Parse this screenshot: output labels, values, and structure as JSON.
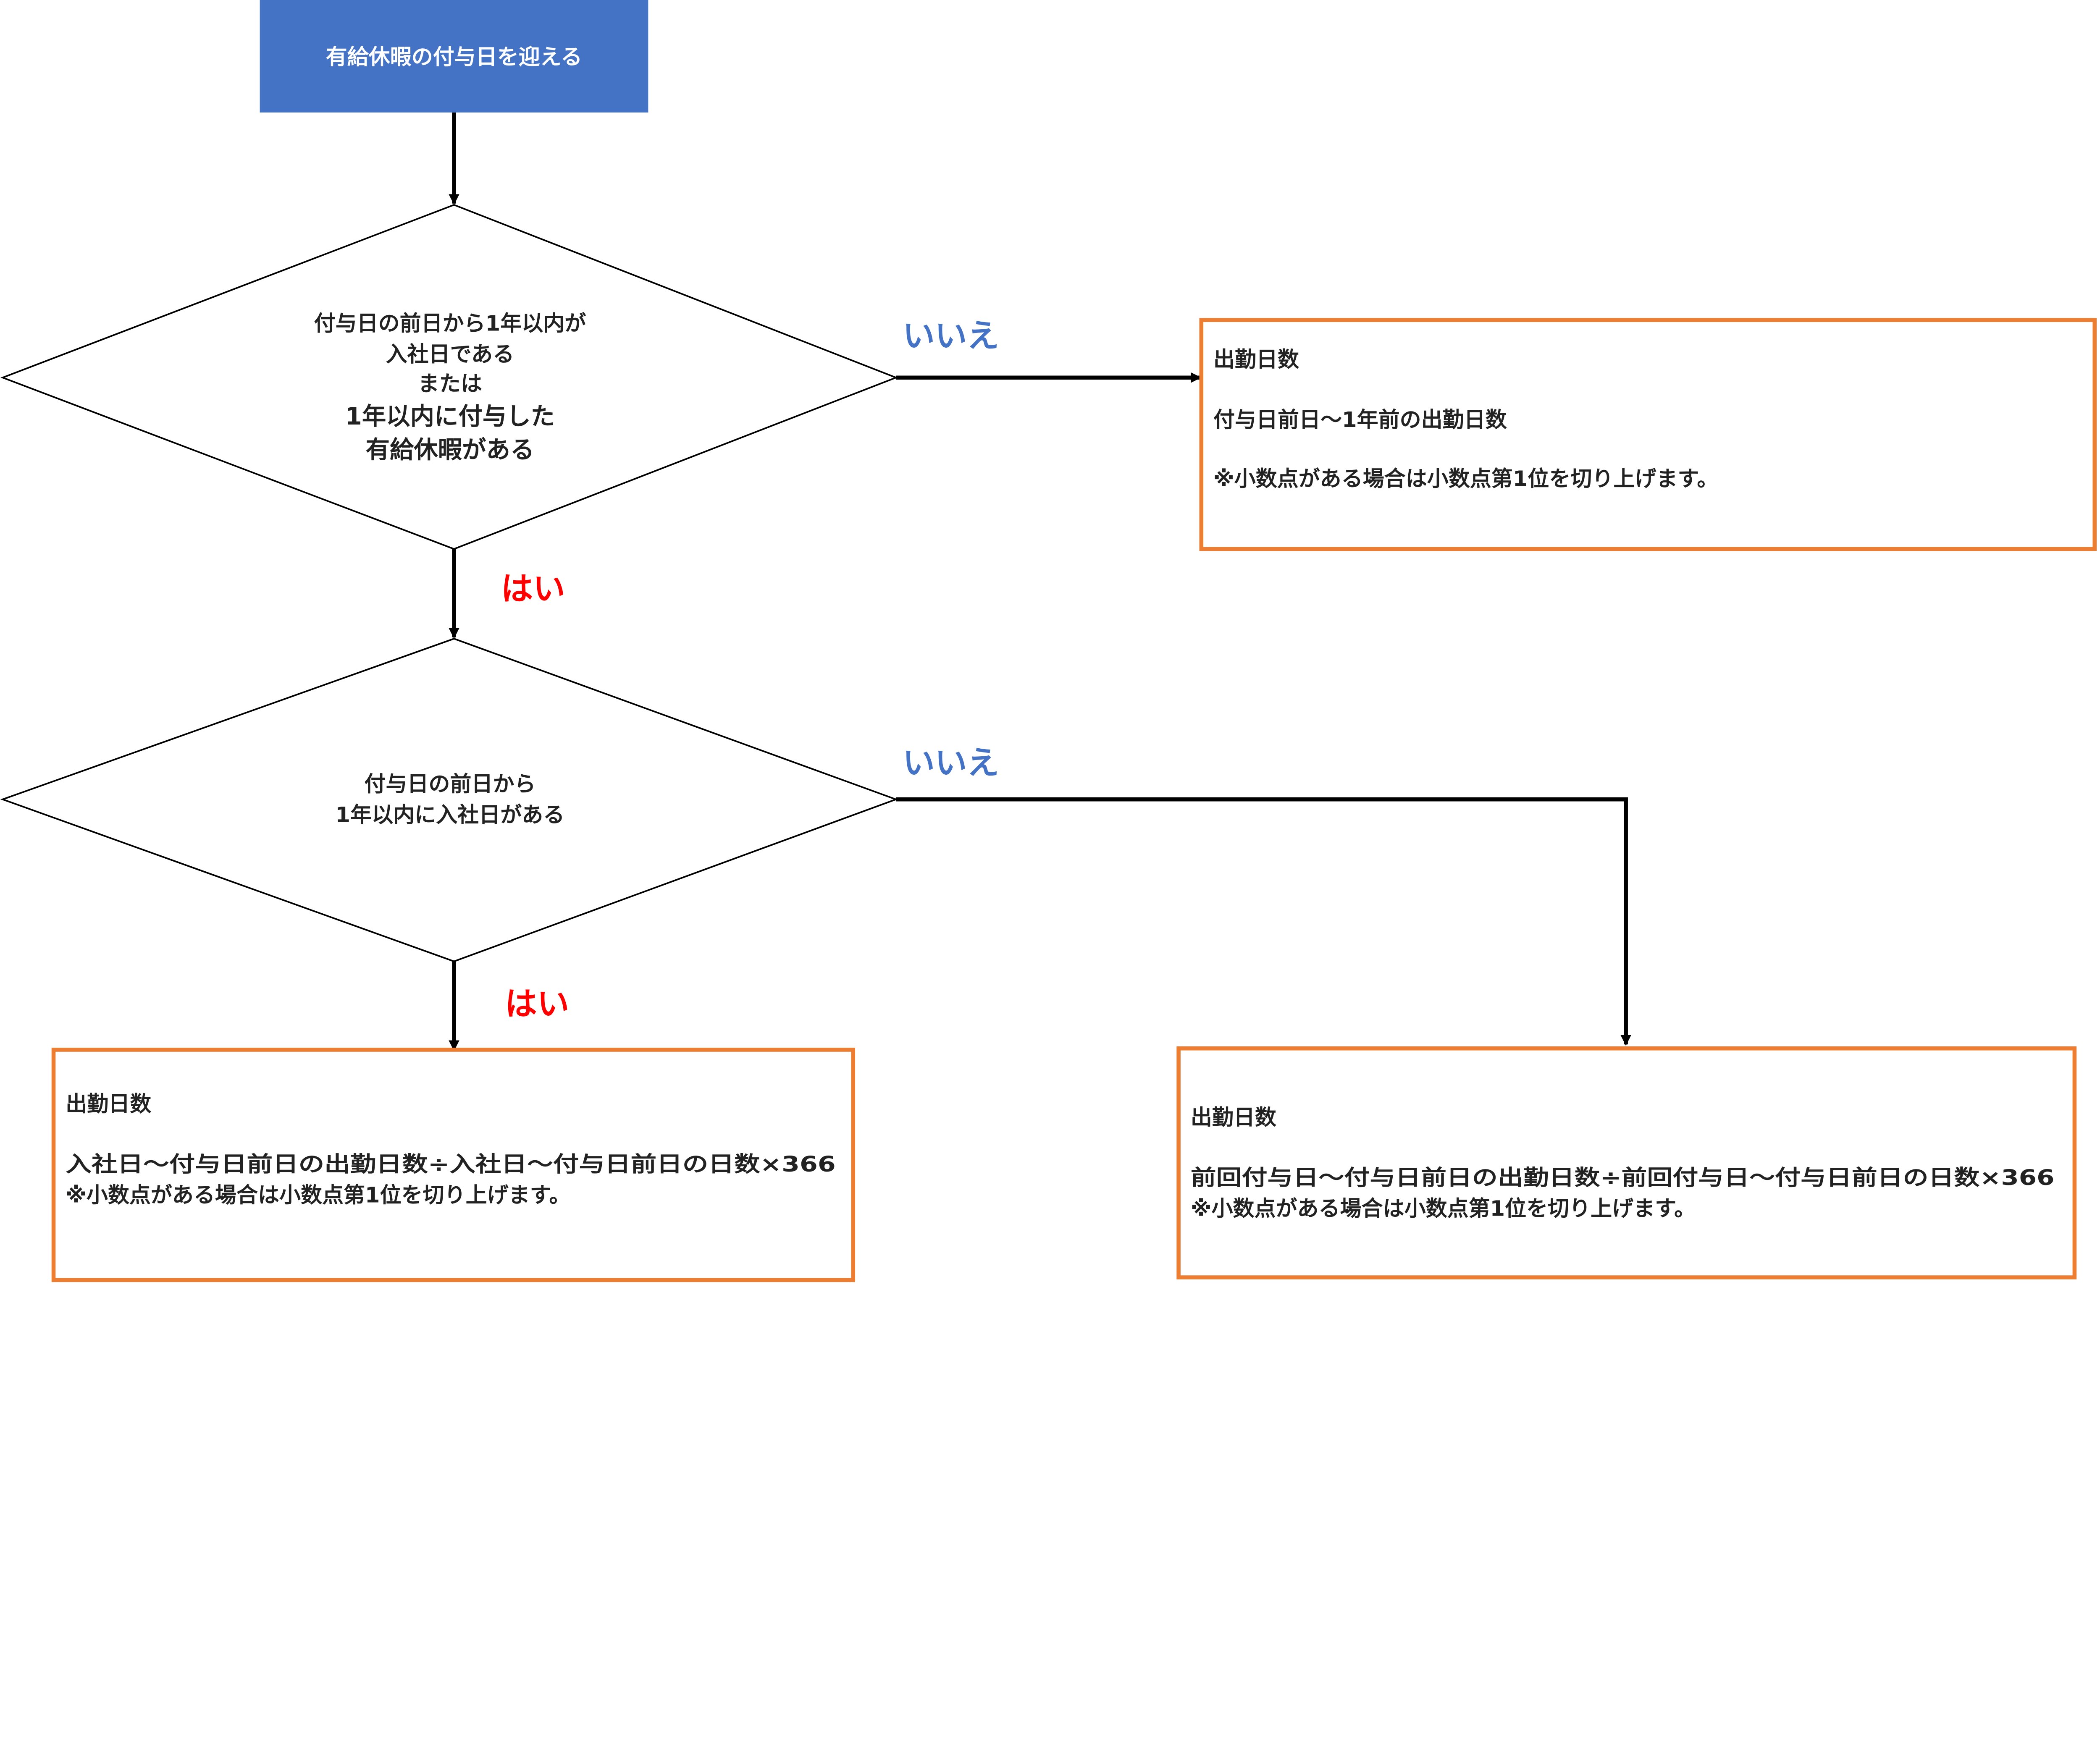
{
  "colors": {
    "start_fill": "#4472C4",
    "result_border": "#ED7D31",
    "yes": "#FF0000",
    "no": "#4472C4",
    "line": "#000000"
  },
  "start": {
    "text": "有給休暇の付与日を迎える"
  },
  "decision1": {
    "lines": [
      "付与日の前日から1年以内が",
      "入社日である",
      "または",
      "1年以内に付与した",
      "有給休暇がある"
    ]
  },
  "decision2": {
    "lines": [
      "付与日の前日から",
      "1年以内に入社日がある"
    ]
  },
  "labels": {
    "no1": "いいえ",
    "yes1": "はい",
    "no2": "いいえ",
    "yes2": "はい"
  },
  "result_no1": {
    "title": "出勤日数",
    "formula": "付与日前日～1年前の出勤日数",
    "note": "※小数点がある場合は小数点第1位を切り上げます。"
  },
  "result_yes2": {
    "title": "出勤日数",
    "formula": "入社日～付与日前日の出勤日数÷入社日～付与日前日の日数×366",
    "note": "※小数点がある場合は小数点第1位を切り上げます。"
  },
  "result_no2": {
    "title": "出勤日数",
    "formula": "前回付与日～付与日前日の出勤日数÷前回付与日～付与日前日の日数×366",
    "note": "※小数点がある場合は小数点第1位を切り上げます。"
  }
}
